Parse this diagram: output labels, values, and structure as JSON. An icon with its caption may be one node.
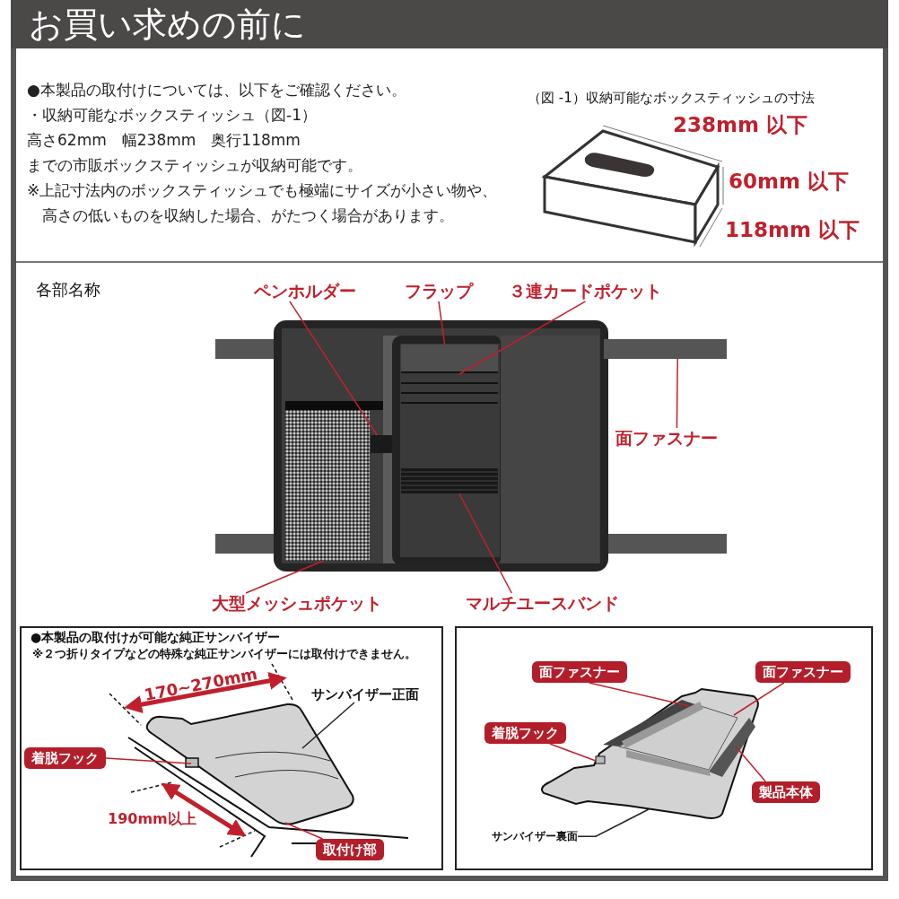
{
  "diagram": {
    "title": "お買い求めの前に",
    "nodes": [
      {
        "text": [
          "ペンホルダー"
        ]
      },
      {
        "text": [
          "フラップ"
        ]
      },
      {
        "text": [
          "３連カードポケット"
        ]
      },
      {
        "text": [
          "面ファスナー"
        ]
      },
      {
        "text": [
          "大型メッシュポケット"
        ]
      },
      {
        "text": [
          "マルチユースバンド"
        ]
      },
      {
        "text": [],
        "shape": "box"
      },
      {
        "text": [],
        "shape": "box"
      },
      {
        "text": [],
        "shape": "box"
      },
      {
        "text": [],
        "shape": "bar"
      },
      {
        "text": [],
        "shape": "box"
      },
      {
        "text": [],
        "shape": "bar"
      },
      {
        "text": [
          "着脱フック"
        ]
      },
      {
        "text": [
          "サンバイザー正面"
        ]
      },
      {
        "text": [
          "取付け部"
        ]
      },
      {
        "text": [
          "面ファスナー"
        ]
      },
      {
        "text": [
          "面ファスナー"
        ]
      },
      {
        "text": [
          "着脱フック"
        ]
      },
      {
        "text": [
          "製品本体"
        ]
      },
      {
        "text": [
          "サンバイザー裏面"
        ]
      }
    ],
    "edges": [
      {
        "from": 0,
        "to": 6,
        "arrow": "none"
      },
      {
        "from": 1,
        "to": 7,
        "arrow": "none"
      },
      {
        "from": 2,
        "to": 8,
        "arrow": "none"
      },
      {
        "from": 3,
        "to": 9,
        "arrow": "none"
      },
      {
        "from": 4,
        "to": 10,
        "arrow": "none"
      },
      {
        "from": 5,
        "to": 11,
        "arrow": "none"
      },
      {
        "from": 12,
        "to": null,
        "arrow": "none"
      },
      {
        "from": 13,
        "to": null,
        "arrow": "none",
        "color": "#222222"
      },
      {
        "from": 14,
        "to": null,
        "arrow": "none"
      },
      {
        "from": 15,
        "to": null,
        "arrow": "none"
      },
      {
        "from": 16,
        "to": null,
        "arrow": "none"
      },
      {
        "from": 17,
        "to": null,
        "arrow": "none"
      },
      {
        "from": 18,
        "to": null,
        "arrow": "none"
      },
      {
        "from": 19,
        "to": null,
        "arrow": "none",
        "color": "#222222"
      }
    ],
    "labels": [
      "●本製品の取付けについては、以下をご確認ください。",
      "・収納可能なボックスティッシュ（図-1）",
      "高さ62mm　幅238mm　奥行118mm",
      "までの市販ボックスティッシュが収納可能です。",
      "※上記寸法内のボックスティッシュでも極端にサイズが小さい物や、高さの低いものを収納した場合、がたつく場合があります。",
      "（図 -1）収納可能なボックスティッシュの寸法",
      "238mm 以下",
      "60mm 以下",
      "118mm 以下",
      "各部名称",
      "●本製品の取付けが可能な純正サンバイザー",
      "※２つ折りタイプなどの特殊な純正サンバイザーには取付けできません。",
      "170~270mm",
      "190mm以上"
    ]
  }
}
